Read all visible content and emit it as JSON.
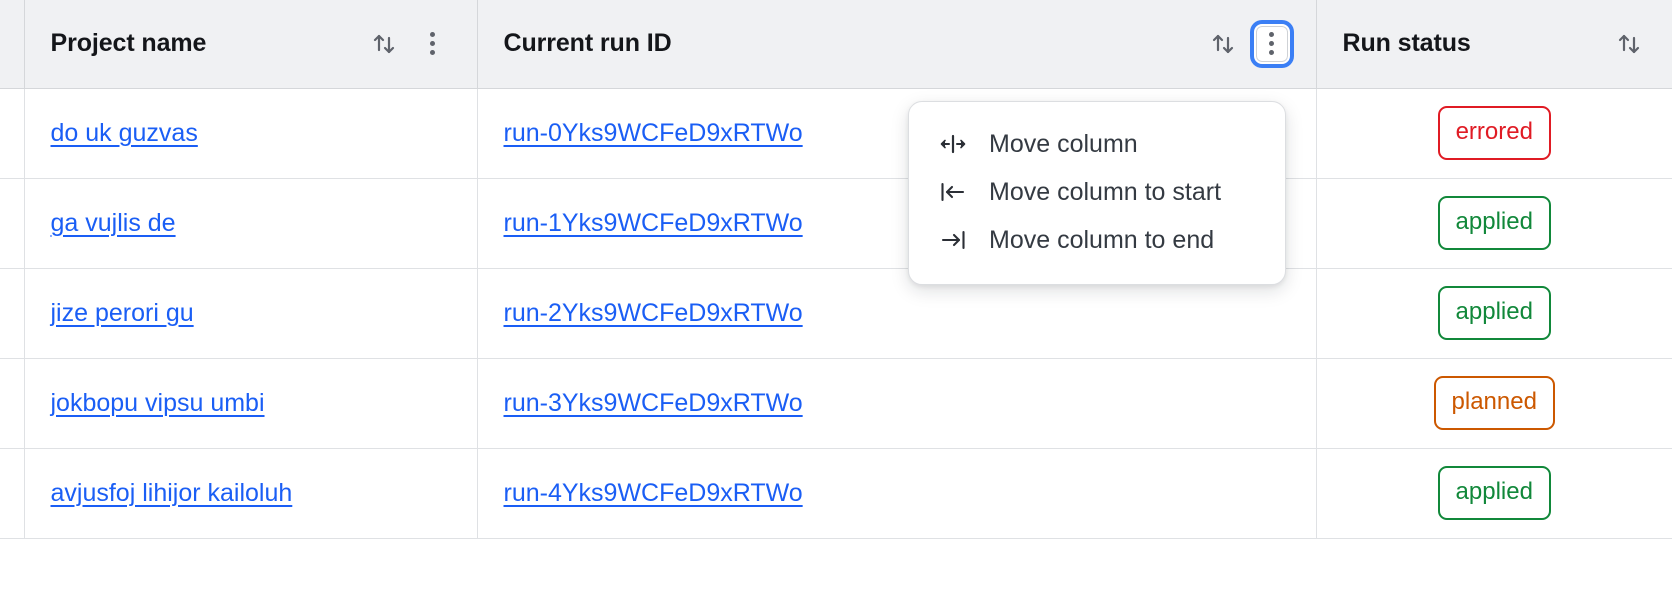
{
  "table": {
    "columns": [
      {
        "key": "gutter",
        "label": "",
        "has_sort": false,
        "has_menu": false
      },
      {
        "key": "project",
        "label": "Project name",
        "has_sort": true,
        "has_menu": true
      },
      {
        "key": "runid",
        "label": "Current run ID",
        "has_sort": true,
        "has_menu": true
      },
      {
        "key": "status",
        "label": "Run status",
        "has_sort": true,
        "has_menu": false
      }
    ],
    "rows": [
      {
        "project": "do uk guzvas",
        "run_id": "run-0Yks9WCFeD9xRTWo",
        "status": "errored"
      },
      {
        "project": "ga vujlis de",
        "run_id": "run-1Yks9WCFeD9xRTWo",
        "status": "applied"
      },
      {
        "project": "jize perori gu",
        "run_id": "run-2Yks9WCFeD9xRTWo",
        "status": "applied"
      },
      {
        "project": "jokbopu vipsu umbi",
        "run_id": "run-3Yks9WCFeD9xRTWo",
        "status": "planned"
      },
      {
        "project": "avjusfoj lihijor kailoluh",
        "run_id": "run-4Yks9WCFeD9xRTWo",
        "status": "applied"
      }
    ]
  },
  "column_menu": {
    "open_for_column": "Current run ID",
    "items": [
      {
        "icon": "move-column-icon",
        "label": "Move column"
      },
      {
        "icon": "move-column-to-start-icon",
        "label": "Move column to start"
      },
      {
        "icon": "move-column-to-end-icon",
        "label": "Move column to end"
      }
    ]
  },
  "icons": {
    "sort": "sort-ascending-descending-icon",
    "kebab": "kebab-menu-icon"
  },
  "colors": {
    "link": "#1a5ef5",
    "focus_ring": "#3b7ff5",
    "header_bg": "#f0f1f3",
    "status_errored": "#e01b24",
    "status_applied": "#11883a",
    "status_planned": "#cc5800"
  }
}
